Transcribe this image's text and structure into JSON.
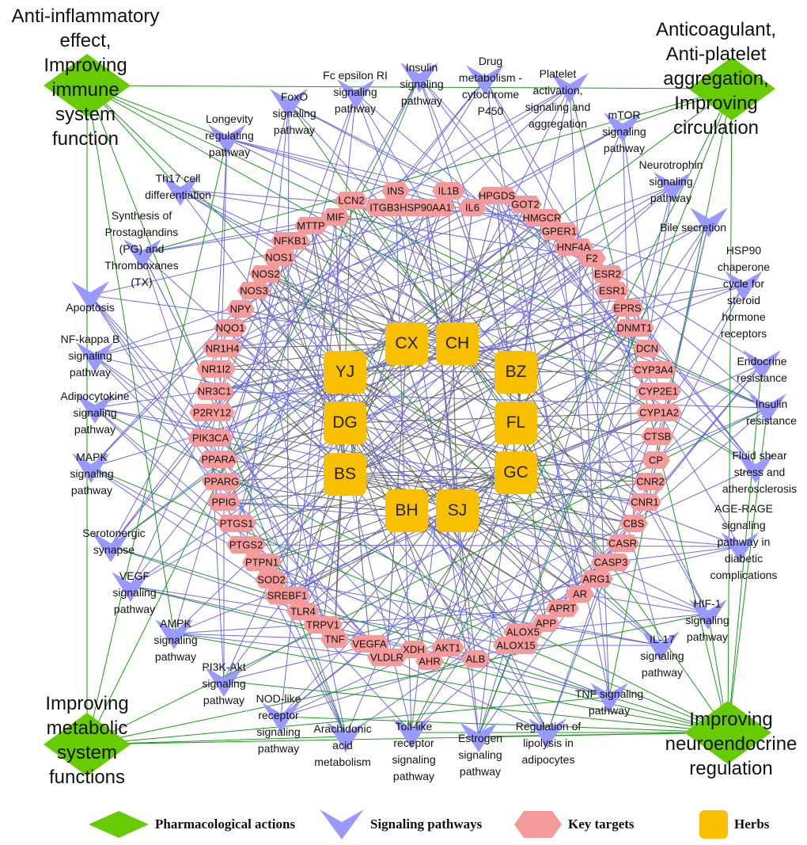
{
  "colors": {
    "action": "#66cc00",
    "pathway": "#9999ff",
    "target": "#f59a9a",
    "herb": "#f8c000",
    "edge_action": "#1a9a1a",
    "edge_pathway": "#6b6bf0",
    "edge_herb": "#666666"
  },
  "actions": [
    "Anti-inflammatory\neffect,\nImproving\nimmune\nsystem\nfunction",
    "Anticoagulant,\nAnti-platelet\naggregation,\nImproving\ncirculation",
    "Improving\nmetabolic\nsystem\nfunctions",
    "Improving\nneuroendocrine\nregulation"
  ],
  "pathways": [
    "Fc epsilon RI\nsignaling\npathway",
    "Insulin\nsignaling\npathway",
    "Drug\nmetabolism -\ncytochrome\nP450",
    "Platelet\nactivation,\nsignaling and\naggregation",
    "FoxO\nsignaling\npathway",
    "mTOR\nsignaling\npathway",
    "Longevity\nregulating\npathway",
    "Neurotrophin\nsignaling\npathway",
    "Th17 cell\ndifferentiation",
    "Bile secretion",
    "Synthesis of\nProstaglandins\n(PG) and\nThromboxanes\n(TX)",
    "HSP90\nchaperone\ncycle for\nsteroid\nhormone\nreceptors",
    "Apoptosis",
    "NF-kappa B\nsignaling\npathway",
    "Endocrine\nresistance",
    "Adipocytokine\nsignaling\npathway",
    "Insulin\nresistance",
    "MAPK\nsignaling\npathway",
    "Fluid shear\nstress and\natherosclerosis",
    "AGE-RAGE\nsignaling\npathway in\ndiabetic\ncomplications",
    "Serotonergic\nsynapse",
    "VEGF\nsignaling\npathway",
    "HIF-1\nsignaling\npathway",
    "AMPK\nsignaling\npathway",
    "IL-17\nsignaling\npathway",
    "PI3K-Akt\nsignaling\npathway",
    "TNF signaling\npathway",
    "NOD-like\nreceptor\nsignaling\npathway",
    "Arachidonic\nacid\nmetabolism",
    "Toll-like\nreceptor\nsignaling\npathway",
    "Estrogen\nsignaling\npathway",
    "Regulation of\nlipolysis in\nadipocytes"
  ],
  "targets": [
    "INS",
    "IL1B",
    "HSP90AA1",
    "ITGB3",
    "IL6",
    "HPGDS",
    "LCN2",
    "GOT2",
    "MIF",
    "HMGCR",
    "MTTP",
    "GPER1",
    "NFKB1",
    "HNF4A",
    "NOS1",
    "F2",
    "NOS2",
    "ESR2",
    "NOS3",
    "ESR1",
    "NPY",
    "EPRS",
    "NQO1",
    "DNMT1",
    "NR1H4",
    "DCN",
    "NR1I2",
    "CYP3A4",
    "NR3C1",
    "CYP2E1",
    "P2RY12",
    "CYP1A2",
    "PIK3CA",
    "CTSB",
    "PPARA",
    "CP",
    "PPARG",
    "CNR2",
    "PPIG",
    "CNR1",
    "PTGS1",
    "CBS",
    "PTGS2",
    "CASR",
    "PTPN1",
    "CASP3",
    "SOD2",
    "ARG1",
    "SREBF1",
    "AR",
    "TLR4",
    "APRT",
    "TRPV1",
    "APP",
    "TNF",
    "ALOX5",
    "VEGFA",
    "ALOX15",
    "XDH",
    "VLDLR",
    "AKT1",
    "AHR",
    "ALB"
  ],
  "herbs": [
    "CX",
    "CH",
    "YJ",
    "BZ",
    "DG",
    "FL",
    "BS",
    "GC",
    "BH",
    "SJ"
  ],
  "legend": {
    "actions": "Pharmacological actions",
    "pathways": "Signaling pathways",
    "targets": "Key targets",
    "herbs": "Herbs"
  }
}
